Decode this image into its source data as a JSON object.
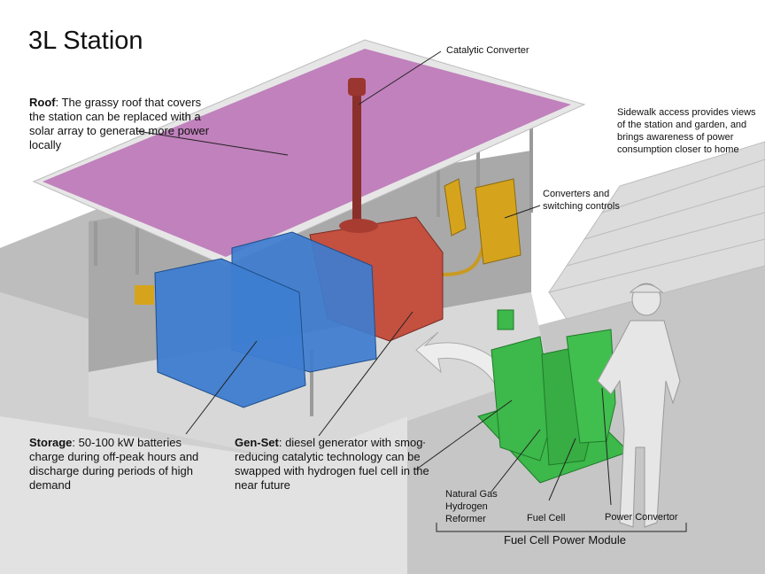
{
  "title": "3L Station",
  "labels": {
    "catalytic_converter": "Catalytic Converter",
    "roof_head": "Roof",
    "roof_text": ": The grassy roof that covers the station can be replaced with a solar array to generate more power locally",
    "sidewalk": "Sidewalk access provides views of the station and garden, and brings awareness of power consumption closer to home",
    "converters": "Converters and switching controls",
    "storage_head": "Storage",
    "storage_text": ": 50-100 kW batteries charge during off-peak hours and discharge during periods of high demand",
    "genset_head": "Gen-Set",
    "genset_text": ": diesel generator with smog reducing catalytic technology can be swapped with hydrogen fuel cell in the near future",
    "reformer": "Natural Gas Hydrogen Reformer",
    "fuel_cell": "Fuel Cell",
    "power_convertor": "Power Convertor",
    "module": "Fuel Cell Power Module"
  },
  "colors": {
    "roof": "#b86fb4",
    "battery": "#3e7dd0",
    "generator": "#c4503f",
    "converter": "#d6a41c",
    "fuel_cell": "#3db84a",
    "ground": "#c9c9c9",
    "figure": "#e6e6e6"
  }
}
